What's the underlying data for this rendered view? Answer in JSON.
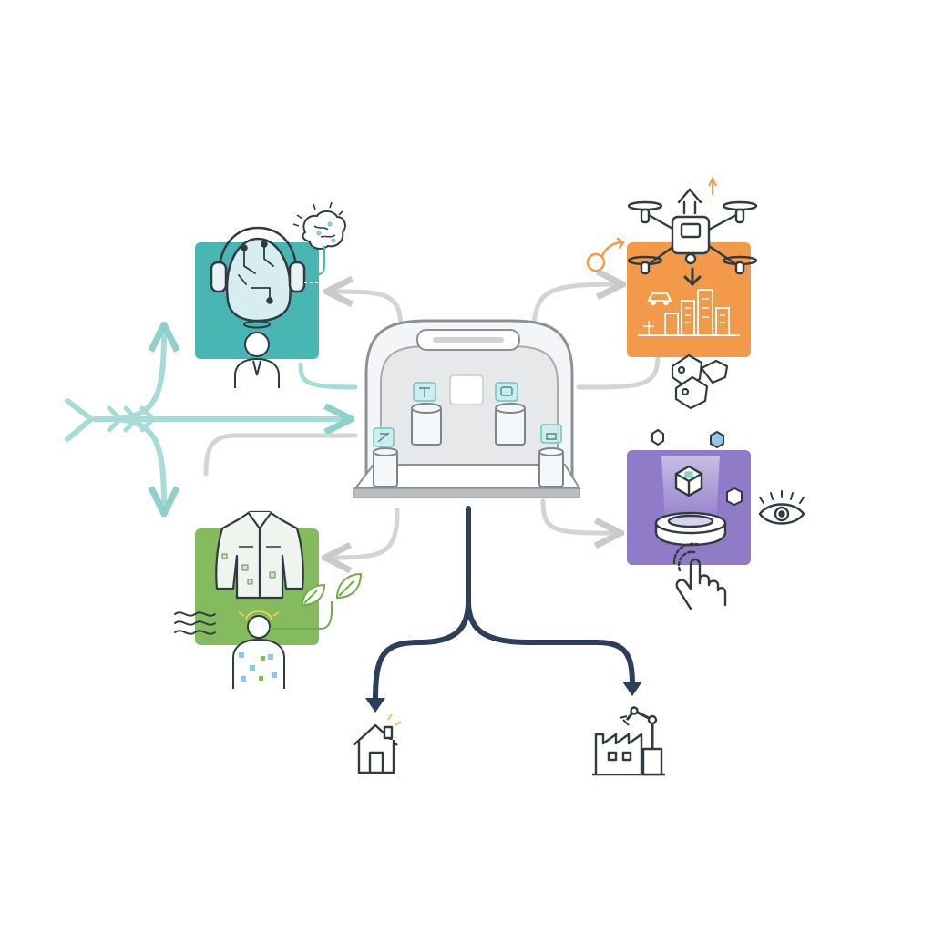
{
  "colors": {
    "background": "#ffffff",
    "teal_panel": "#48b6b2",
    "orange_panel": "#f29a4a",
    "purple_panel": "#8f7bc8",
    "green_panel": "#84bb5e",
    "inflow_teal": "#a6dbd8",
    "connector_grey": "#d2d4d6",
    "outflow_navy": "#2b3f5c",
    "line_dark": "#3a3f45",
    "hub_fill": "#eef0f2",
    "hub_stroke": "#8c9198"
  },
  "nodes": [
    {
      "id": "hub",
      "icon": "kiosk-pod-icon"
    },
    {
      "id": "ai-audio",
      "icon": "ai-headphones-icon",
      "extras": [
        "brain-icon",
        "person-halo-icon"
      ]
    },
    {
      "id": "drone-city",
      "icon": "drone-icon",
      "extras": [
        "city-skyline-icon",
        "car-icon",
        "tags-icon",
        "gender-symbol-icon"
      ]
    },
    {
      "id": "hologram",
      "icon": "hologram-projector-icon",
      "extras": [
        "eye-icon",
        "touch-hand-icon",
        "hexagon-icon"
      ]
    },
    {
      "id": "smart-apparel",
      "icon": "jacket-icon",
      "extras": [
        "leaf-icon",
        "person-shirt-icon",
        "waves-icon"
      ]
    },
    {
      "id": "home",
      "icon": "house-icon"
    },
    {
      "id": "factory",
      "icon": "factory-robot-arm-icon"
    }
  ]
}
